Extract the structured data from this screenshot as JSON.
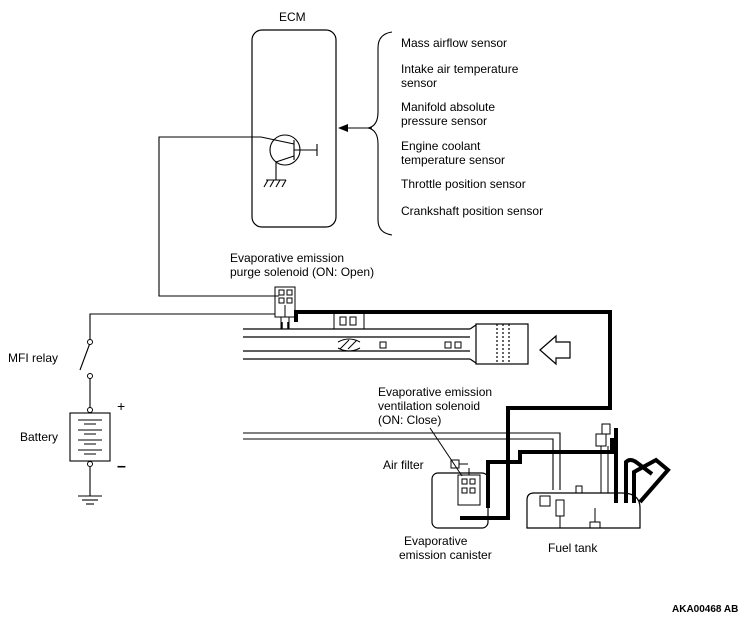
{
  "ecm": {
    "label": "ECM"
  },
  "sensors": [
    "Mass airflow sensor",
    "Intake air temperature",
    "sensor",
    "Manifold absolute",
    "pressure sensor",
    "Engine coolant",
    "temperature sensor",
    "Throttle position sensor",
    "Crankshaft position sensor"
  ],
  "purge_solenoid": {
    "line1": "Evaporative emission",
    "line2": "purge solenoid (ON: Open)"
  },
  "mfi_relay": {
    "label": "MFI relay"
  },
  "battery": {
    "label": "Battery",
    "plus": "+",
    "minus": "–"
  },
  "vent_solenoid": {
    "line1": "Evaporative emission",
    "line2": "ventilation solenoid",
    "line3": "(ON: Close)"
  },
  "air_filter": {
    "label": "Air filter"
  },
  "canister": {
    "line1": "Evaporative",
    "line2": "emission canister"
  },
  "fuel_tank": {
    "label": "Fuel tank"
  },
  "figure_id": "AKA00468 AB"
}
